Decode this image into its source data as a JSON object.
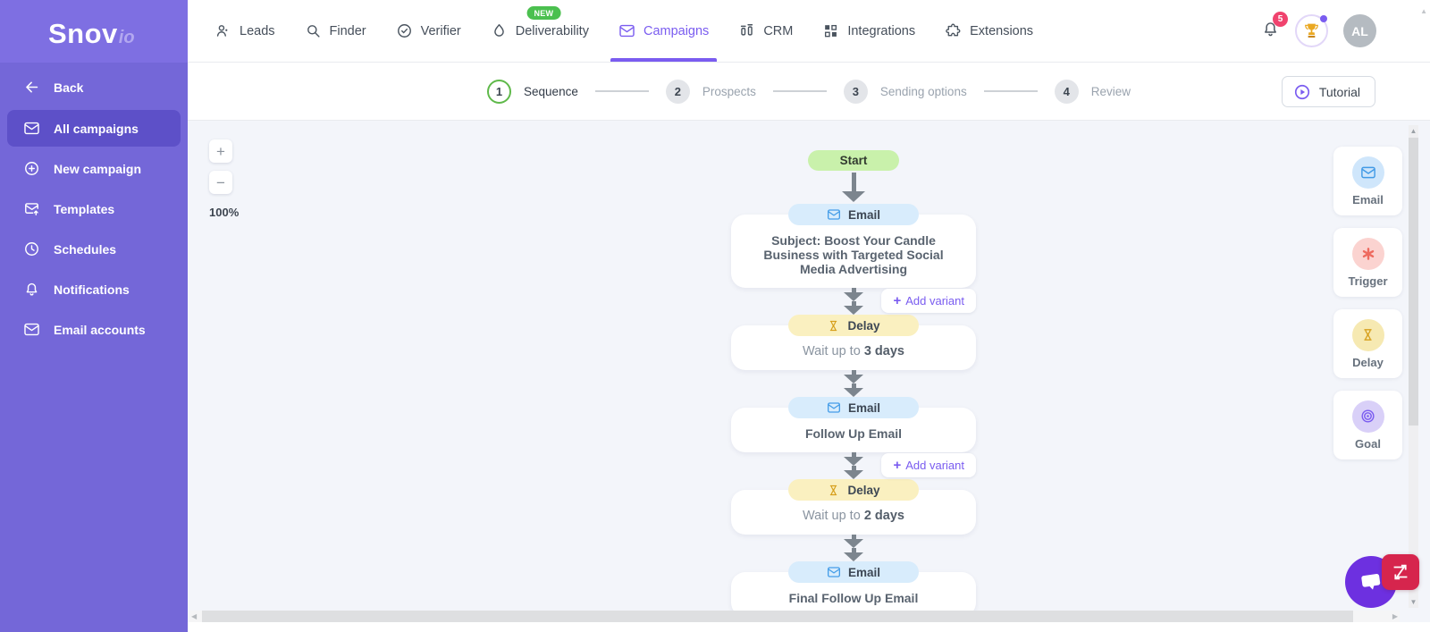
{
  "brand": {
    "name": "Snov",
    "suffix": "io"
  },
  "nav": {
    "items": [
      {
        "label": "Leads"
      },
      {
        "label": "Finder"
      },
      {
        "label": "Verifier"
      },
      {
        "label": "Deliverability",
        "badge": "NEW"
      },
      {
        "label": "Campaigns",
        "active": true
      },
      {
        "label": "CRM"
      },
      {
        "label": "Integrations"
      },
      {
        "label": "Extensions"
      }
    ],
    "notification_count": "5",
    "avatar_initials": "AL"
  },
  "sidebar": {
    "back_label": "Back",
    "items": [
      {
        "label": "All campaigns",
        "active": true
      },
      {
        "label": "New campaign"
      },
      {
        "label": "Templates"
      },
      {
        "label": "Schedules"
      },
      {
        "label": "Notifications"
      },
      {
        "label": "Email accounts"
      }
    ]
  },
  "steps": {
    "items": [
      {
        "number": "1",
        "label": "Sequence",
        "active": true
      },
      {
        "number": "2",
        "label": "Prospects",
        "active": false
      },
      {
        "number": "3",
        "label": "Sending options",
        "active": false
      },
      {
        "number": "4",
        "label": "Review",
        "active": false
      }
    ],
    "tutorial_label": "Tutorial"
  },
  "canvas": {
    "zoom_controls": {
      "zoom_in": "+",
      "zoom_out": "−",
      "level": "100%"
    },
    "flow": {
      "start_label": "Start",
      "add_variant": {
        "plus": "+",
        "label": "Add variant"
      },
      "nodes": [
        {
          "type": "email",
          "label": "Email",
          "body": "Subject: Boost Your Candle Business with Targeted Social Media Advertising"
        },
        {
          "type": "delay",
          "label": "Delay",
          "body_prefix": "Wait up to ",
          "body_bold": "3 days"
        },
        {
          "type": "email",
          "label": "Email",
          "body": "Follow Up Email"
        },
        {
          "type": "delay",
          "label": "Delay",
          "body_prefix": "Wait up to ",
          "body_bold": "2 days"
        },
        {
          "type": "email",
          "label": "Email",
          "body": "Final Follow Up Email"
        }
      ]
    },
    "palette": [
      {
        "label": "Email",
        "icon": "email-icon"
      },
      {
        "label": "Trigger",
        "icon": "trigger-icon"
      },
      {
        "label": "Delay",
        "icon": "delay-icon"
      },
      {
        "label": "Goal",
        "icon": "goal-icon"
      }
    ]
  },
  "colors": {
    "brand_purple": "#7467d8",
    "accent_purple": "#7a5cf0",
    "active_sidebar": "#5d50c8",
    "start_green": "#c9f1ab",
    "email_blue": "#d8ecfc",
    "delay_yellow": "#faf0c0",
    "trigger_red": "#ee6a5f",
    "notification_red": "#f0436e",
    "new_badge_green": "#4bc04f",
    "step_active_green": "#5fb94a",
    "chat_purple": "#6d30e0",
    "z_widget_red": "#d6254d"
  }
}
